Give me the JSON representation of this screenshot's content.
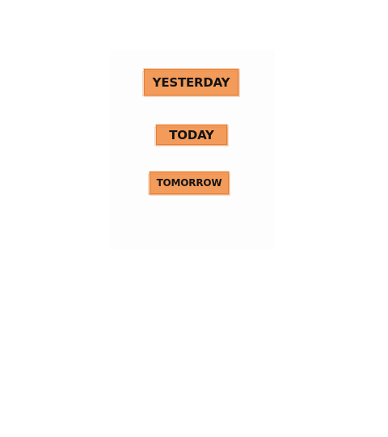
{
  "colors": {
    "tag_background": "#f39b5a",
    "tag_text": "#141414",
    "page_background": "#ffffff"
  },
  "tags": [
    {
      "label": "YESTERDAY"
    },
    {
      "label": "TODAY"
    },
    {
      "label": "TOMORROW"
    }
  ]
}
